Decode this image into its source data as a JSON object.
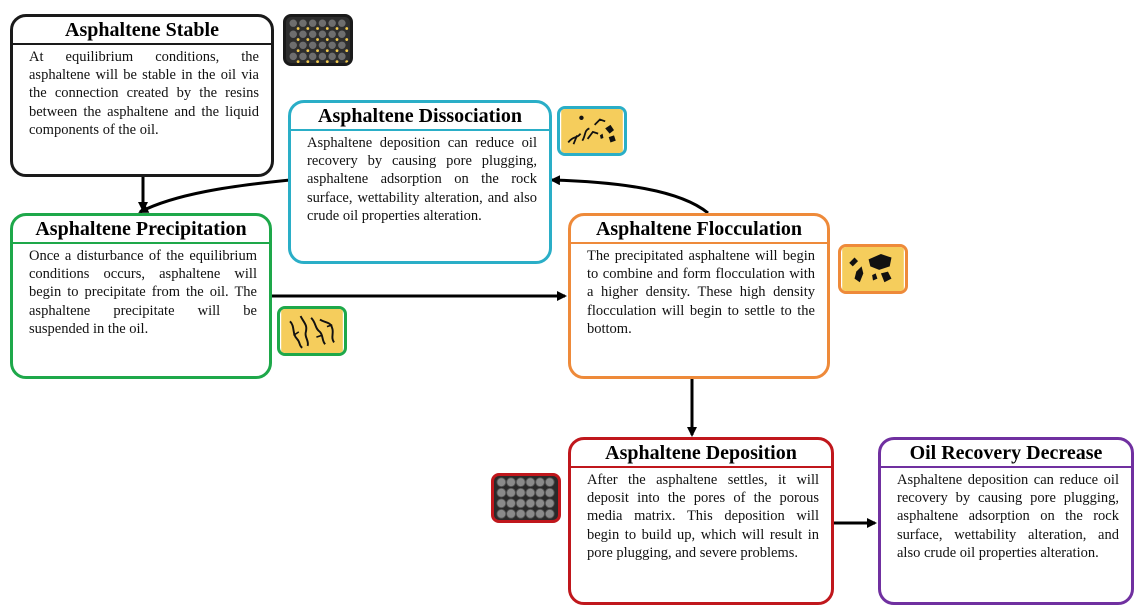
{
  "colors": {
    "stable": "#1a1a1a",
    "dissociation": "#2aaec7",
    "precipitation": "#1ea84a",
    "flocculation": "#ee8a3a",
    "deposition": "#c0171c",
    "decrease": "#7030a0",
    "thumb_fill": "#f5cd5c"
  },
  "nodes": {
    "stable": {
      "title": "Asphaltene Stable",
      "text": "At equilibrium conditions, the asphaltene will be stable in the oil via the connection created by the resins between the asphaltene and the liquid components of the oil."
    },
    "dissociation": {
      "title": "Asphaltene Dissociation",
      "text": "Asphaltene deposition can reduce oil recovery by causing pore plugging, asphaltene adsorption on the rock surface, wettability alteration, and also crude oil properties alteration."
    },
    "precipitation": {
      "title": "Asphaltene Precipitation",
      "text": "Once a disturbance of the equilibrium conditions occurs, asphaltene will begin to precipitate from the oil. The asphaltene precipitate will be suspended in the oil."
    },
    "flocculation": {
      "title": "Asphaltene Flocculation",
      "text": "The precipitated asphaltene will begin to combine and form flocculation with a higher density. These high density flocculation will begin to settle to the bottom."
    },
    "deposition": {
      "title": "Asphaltene Deposition",
      "text": "After the asphaltene settles, it will deposit into the pores of the porous media matrix. This deposition will begin to build up, which will result in pore plugging, and severe problems."
    },
    "decrease": {
      "title": "Oil Recovery Decrease",
      "text": "Asphaltene deposition can reduce oil recovery by causing pore plugging, asphaltene adsorption on the rock surface, wettability alteration, and also crude oil properties alteration."
    }
  },
  "thumbnails": {
    "stable": "stable-particle-grid-icon",
    "dissociation": "dissociation-fragments-icon",
    "precipitation": "precipitation-strands-icon",
    "flocculation": "flocculation-clusters-icon",
    "deposition": "deposition-packed-grid-icon"
  }
}
